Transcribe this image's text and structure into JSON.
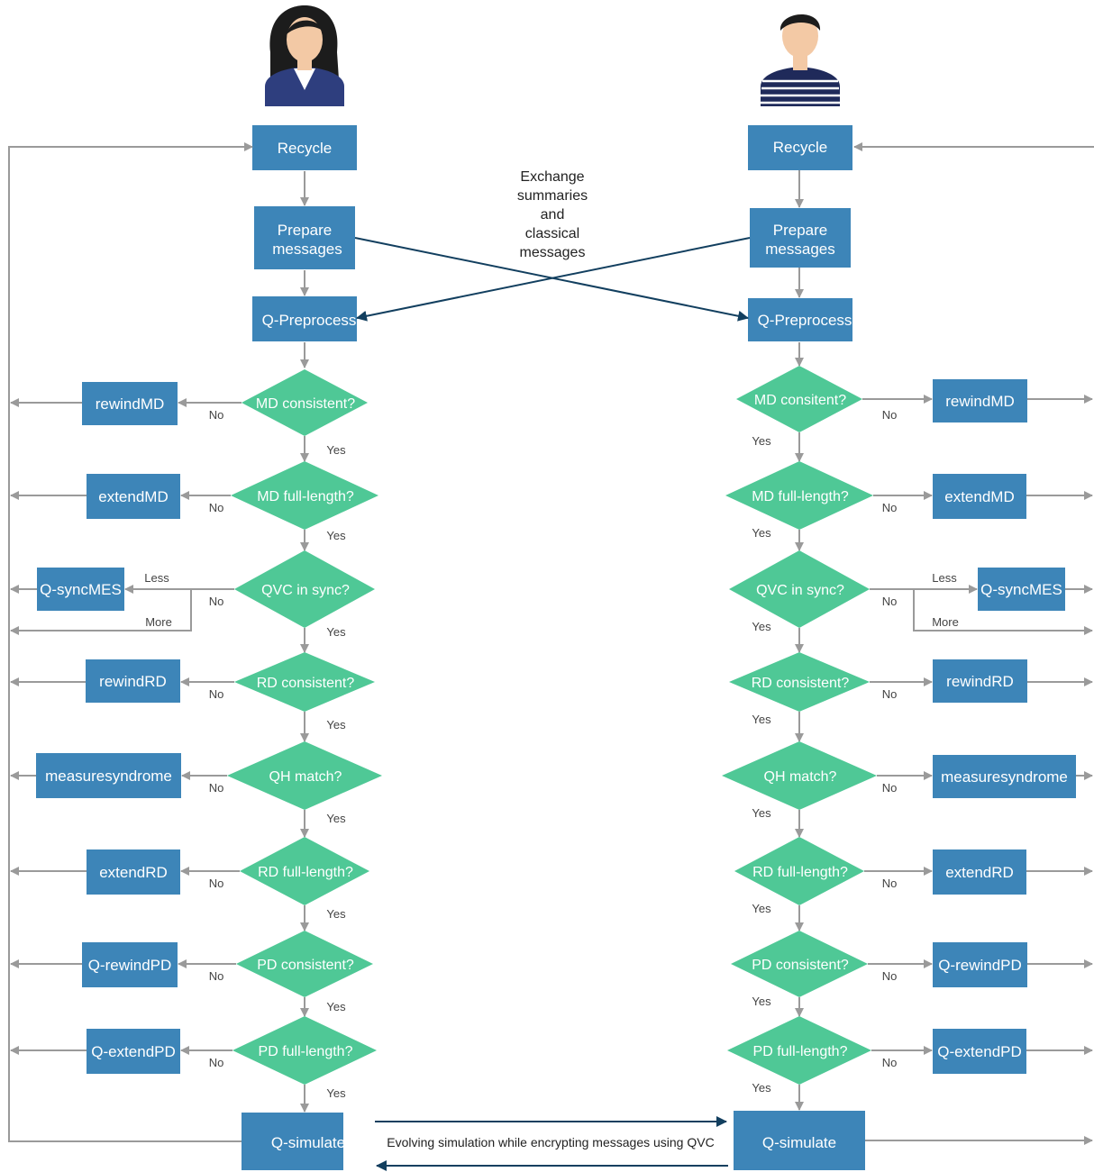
{
  "exchange_note": [
    "Exchange",
    "summaries",
    "and",
    "classical",
    "messages"
  ],
  "bottom_caption": "Evolving simulation while encrypting messages using QVC",
  "colors": {
    "box": "#3d85b8",
    "diamond": "#4fc896",
    "connector": "#9a9a9a",
    "exchange_arrow": "#123f5f"
  },
  "left": {
    "recycle": "Recycle",
    "prepare": [
      "Prepare",
      "messages"
    ],
    "preprocess": "Q-Preprocess",
    "decisions": [
      {
        "q": "MD consistent?",
        "action": "rewindMD",
        "no": "No",
        "yes": "Yes"
      },
      {
        "q": "MD full-length?",
        "action": "extendMD",
        "no": "No",
        "yes": "Yes"
      },
      {
        "q": "QVC in sync?",
        "action": "Q-syncMES",
        "no": "No",
        "yes": "Yes",
        "less": "Less",
        "more": "More"
      },
      {
        "q": "RD consistent?",
        "action": "rewindRD",
        "no": "No",
        "yes": "Yes"
      },
      {
        "q": "QH match?",
        "action": "measuresyndrome",
        "no": "No",
        "yes": "Yes"
      },
      {
        "q": "RD full-length?",
        "action": "extendRD",
        "no": "No",
        "yes": "Yes"
      },
      {
        "q": "PD consistent?",
        "action": "Q-rewindPD",
        "no": "No",
        "yes": "Yes"
      },
      {
        "q": "PD full-length?",
        "action": "Q-extendPD",
        "no": "No",
        "yes": "Yes"
      }
    ],
    "simulate": "Q-simulate"
  },
  "right": {
    "recycle": "Recycle",
    "prepare": [
      "Prepare",
      "messages"
    ],
    "preprocess": "Q-Preprocess",
    "decisions": [
      {
        "q": "MD consitent?",
        "action": "rewindMD",
        "no": "No",
        "yes": "Yes"
      },
      {
        "q": "MD full-length?",
        "action": "extendMD",
        "no": "No",
        "yes": "Yes"
      },
      {
        "q": "QVC in sync?",
        "action": "Q-syncMES",
        "no": "No",
        "yes": "Yes",
        "less": "Less",
        "more": "More"
      },
      {
        "q": "RD consistent?",
        "action": "rewindRD",
        "no": "No",
        "yes": "Yes"
      },
      {
        "q": "QH match?",
        "action": "measuresyndrome",
        "no": "No",
        "yes": "Yes"
      },
      {
        "q": "RD full-length?",
        "action": "extendRD",
        "no": "No",
        "yes": "Yes"
      },
      {
        "q": "PD consistent?",
        "action": "Q-rewindPD",
        "no": "No",
        "yes": "Yes"
      },
      {
        "q": "PD full-length?",
        "action": "Q-extendPD",
        "no": "No",
        "yes": "Yes"
      }
    ],
    "simulate": "Q-simulate"
  }
}
